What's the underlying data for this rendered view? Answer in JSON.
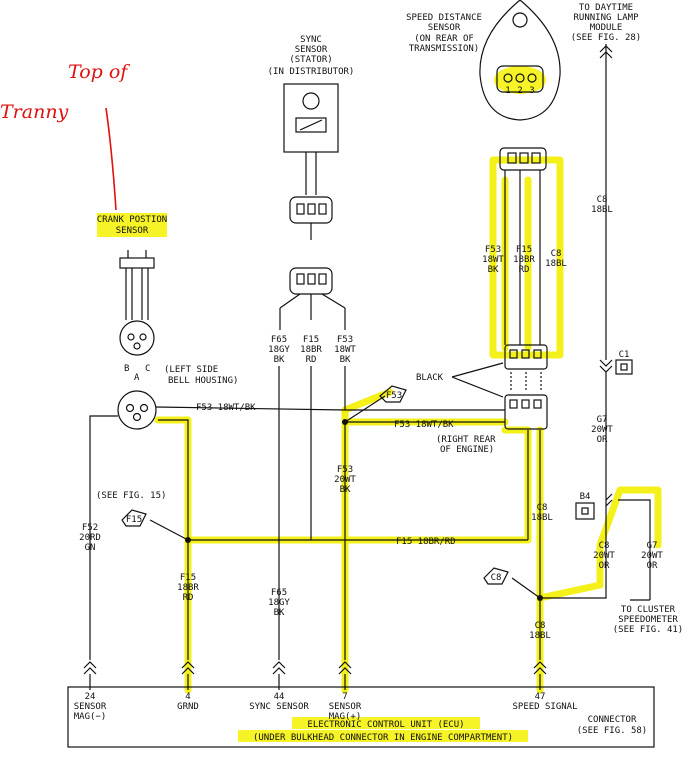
{
  "annotation": {
    "line1": "Top of",
    "line2": "Tranny"
  },
  "speed_sensor": {
    "title1": "SPEED DISTANCE",
    "title2": "SENSOR",
    "title3": "(ON REAR OF",
    "title4": "TRANSMISSION)",
    "pins": [
      "1",
      "2",
      "3"
    ]
  },
  "daytime": {
    "l1": "TO DAYTIME",
    "l2": "RUNNING LAMP",
    "l3": "MODULE",
    "l4": "(SEE FIG. 28)"
  },
  "sync_sensor": {
    "l1": "SYNC",
    "l2": "SENSOR",
    "l3": "(STATOR)",
    "l4": "(IN DISTRIBUTOR)"
  },
  "crank_sensor": {
    "l1": "CRANK POSTION",
    "l2": "SENSOR",
    "pin_b": "B",
    "pin_c": "C",
    "pin_a": "A",
    "loc1": "(LEFT SIDE",
    "loc2": "BELL HOUSING)"
  },
  "wires": {
    "f65_top": [
      "F65",
      "18GY",
      "BK"
    ],
    "f15_top": [
      "F15",
      "18BR",
      "RD"
    ],
    "f53_top": [
      "F53",
      "18WT",
      "BK"
    ],
    "f53_sd": [
      "F53",
      "18WT",
      "BK"
    ],
    "f15_sd": [
      "F15",
      "18BR",
      "RD"
    ],
    "c8_sd": [
      "C8",
      "18BL"
    ],
    "c8_right": [
      "C8",
      "18BL"
    ],
    "g7_right": [
      "G7",
      "20WT",
      "OR"
    ],
    "f53_mid": [
      "F53",
      "20WT",
      "BK"
    ],
    "f52": [
      "F52",
      "20RD",
      "GN"
    ],
    "f15_low": [
      "F15",
      "18BR",
      "RD"
    ],
    "f65_low": [
      "F65",
      "18GY",
      "BK"
    ],
    "c8_low": [
      "C8",
      "18BL"
    ],
    "c8_20": [
      "C8",
      "20WT",
      "OR"
    ],
    "g7_20": [
      "G7",
      "20WT",
      "OR"
    ],
    "c8_mid": [
      "C8",
      "18BL"
    ],
    "f53_h1": "F53 18WT/BK",
    "f53_h2": "F53 18WT/BK",
    "f15_h": "F15 18BR/RD"
  },
  "labels": {
    "black": "BLACK",
    "right_rear1": "(RIGHT REAR",
    "right_rear2": "OF ENGINE)",
    "see_fig15": "(SEE FIG. 15)",
    "to_cluster1": "TO CLUSTER",
    "to_cluster2": "SPEEDOMETER",
    "to_cluster3": "(SEE FIG. 41)"
  },
  "splices": {
    "f53": "F53",
    "f15": "F15",
    "c8": "C8"
  },
  "connectors": {
    "c1": "C1",
    "b4": "B4"
  },
  "ecu": {
    "pins": [
      {
        "num": "24",
        "l1": "SENSOR",
        "l2": "MAG(−)"
      },
      {
        "num": "4",
        "l1": "GRND",
        "l2": ""
      },
      {
        "num": "44",
        "l1": "SYNC SENSOR",
        "l2": ""
      },
      {
        "num": "7",
        "l1": "SENSOR",
        "l2": "MAG(+)"
      },
      {
        "num": "47",
        "l1": "SPEED SIGNAL",
        "l2": ""
      }
    ],
    "title1": "ELECTRONIC CONTROL UNIT (ECU)",
    "title2": "(UNDER BULKHEAD CONNECTOR IN ENGINE COMPARTMENT)",
    "conn1": "CONNECTOR",
    "conn2": "(SEE FIG. 58)"
  }
}
